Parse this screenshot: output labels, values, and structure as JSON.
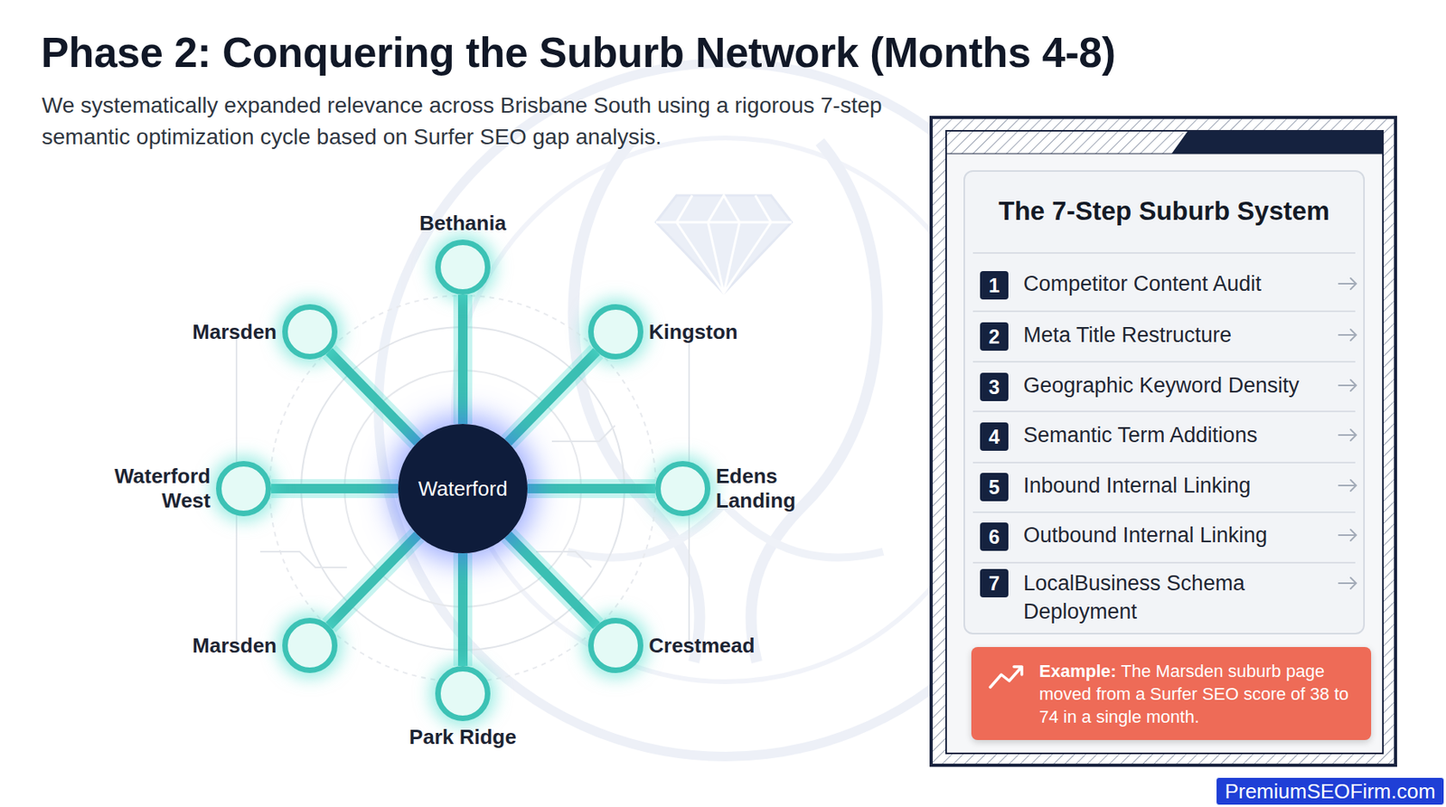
{
  "diagram": {
    "title": "Phase 2: Conquering the Suburb Network (Months 4-8)",
    "caption": "We systematically expanded relevance across Brisbane South using a rigorous 7-step semantic optimization cycle based on Surfer SEO gap analysis.",
    "nodes": [
      {
        "text": [
          "Bethania"
        ]
      },
      {
        "text": [
          "Marsden"
        ]
      },
      {
        "text": [
          "Kingston"
        ]
      },
      {
        "text": [
          "Waterford West"
        ]
      },
      {
        "text": [
          "Waterford"
        ]
      },
      {
        "text": [
          "Edens Landing"
        ]
      },
      {
        "text": [
          "Marsden"
        ]
      },
      {
        "text": [
          "Crestmead"
        ]
      },
      {
        "text": [
          "Park Ridge"
        ]
      },
      {
        "text": [
          "The 7-Step Suburb System"
        ]
      },
      {
        "text": [
          "1"
        ],
        "in": 9
      },
      {
        "text": [
          "2"
        ],
        "in": 9
      },
      {
        "text": [
          "3"
        ],
        "in": 9
      },
      {
        "text": [
          "4"
        ],
        "in": 9
      },
      {
        "text": [
          "5"
        ],
        "in": 9
      },
      {
        "text": [
          "6"
        ],
        "in": 9
      },
      {
        "text": [
          "7"
        ],
        "in": 9
      },
      {
        "text": [
          "Example:",
          "The Marsden suburb page moved from a Surfer SEO score of 38 to 74 in a single month."
        ]
      },
      {
        "text": [
          "PremiumSEOFirm.com"
        ]
      }
    ],
    "edges": [
      {
        "from": 4,
        "to": 0,
        "arrow": "none"
      },
      {
        "from": 4,
        "to": 2,
        "arrow": "none"
      },
      {
        "from": 4,
        "to": 5,
        "arrow": "none"
      },
      {
        "from": 4,
        "to": 7,
        "arrow": "none"
      },
      {
        "from": 4,
        "to": 8,
        "arrow": "none"
      },
      {
        "from": 4,
        "to": 6,
        "arrow": "none"
      },
      {
        "from": 4,
        "to": 3,
        "arrow": "none"
      },
      {
        "from": 4,
        "to": 1,
        "arrow": "none"
      }
    ],
    "labels": [
      "Competitor Content Audit",
      "Meta Title Restructure",
      "Geographic Keyword Density",
      "Semantic Term Additions",
      "Inbound Internal Linking",
      "Outbound Internal Linking",
      "LocalBusiness Schema Deployment"
    ]
  }
}
